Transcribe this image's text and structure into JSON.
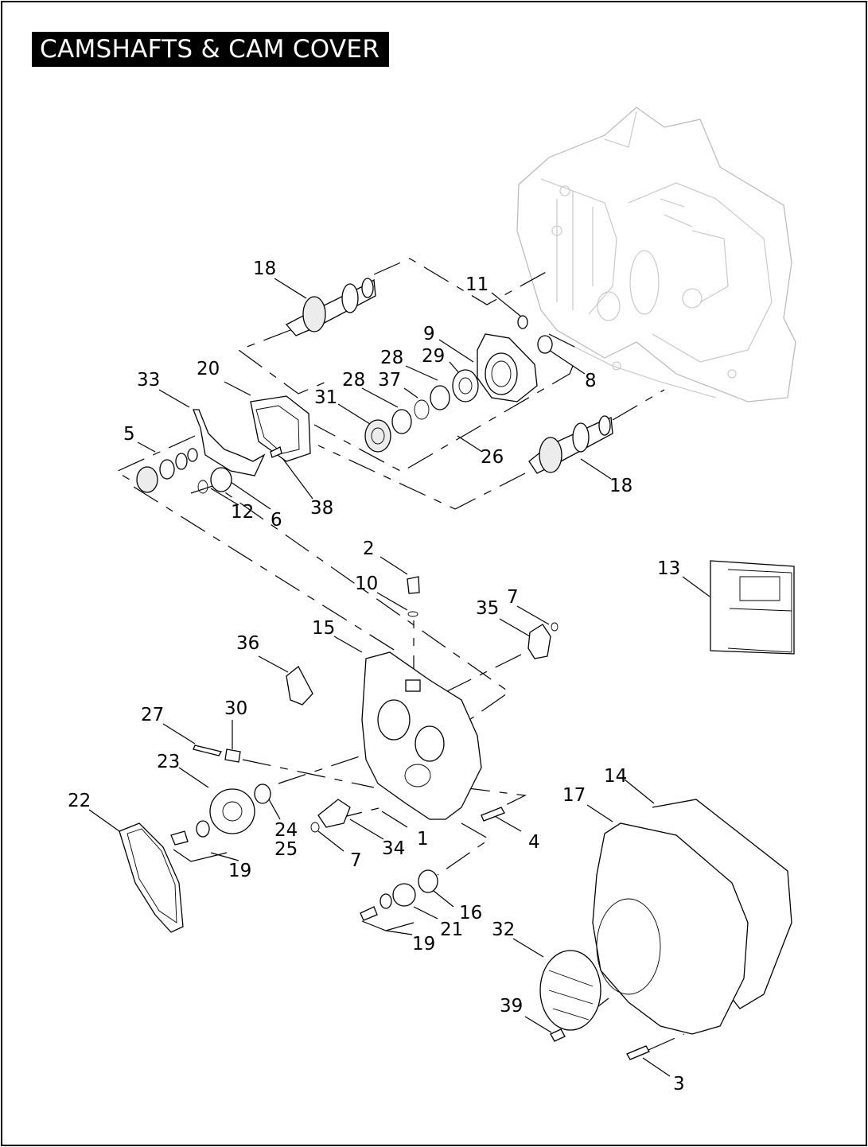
{
  "title": "CAMSHAFTS & CAM COVER",
  "callouts": {
    "c1": "1",
    "c2": "2",
    "c3": "3",
    "c4": "4",
    "c5": "5",
    "c6": "6",
    "c7a": "7",
    "c7b": "7",
    "c8": "8",
    "c9": "9",
    "c10": "10",
    "c11": "11",
    "c12": "12",
    "c13": "13",
    "c14": "14",
    "c15": "15",
    "c16": "16",
    "c17": "17",
    "c18a": "18",
    "c18b": "18",
    "c19a": "19",
    "c19b": "19",
    "c20": "20",
    "c21": "21",
    "c22": "22",
    "c23": "23",
    "c24": "24",
    "c25": "25",
    "c26": "26",
    "c27": "27",
    "c28a": "28",
    "c28b": "28",
    "c29": "29",
    "c30": "30",
    "c31": "31",
    "c32": "32",
    "c33": "33",
    "c34": "34",
    "c35": "35",
    "c36": "36",
    "c37": "37",
    "c38": "38",
    "c39": "39"
  },
  "colors": {
    "line": "#000000",
    "background": "#ffffff",
    "crankcase": "#b8b8b8"
  }
}
